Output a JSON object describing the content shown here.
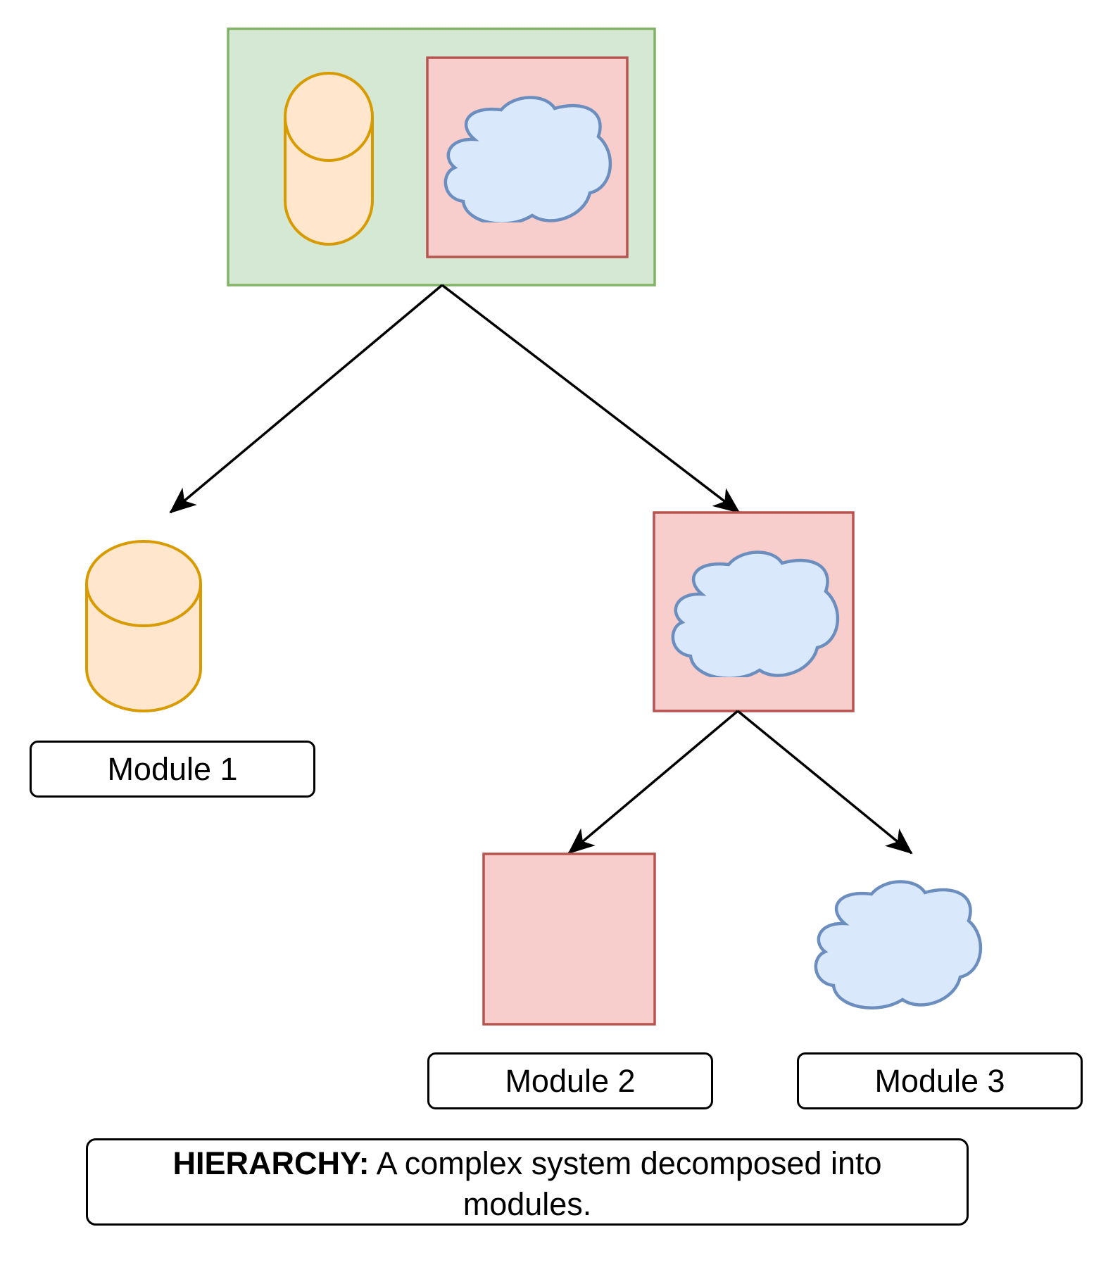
{
  "modules": [
    {
      "label": "Module 1"
    },
    {
      "label": "Module 2"
    },
    {
      "label": "Module 3"
    }
  ],
  "caption": {
    "keyword": "HIERARCHY:",
    "text": "A complex system decomposed into modules."
  },
  "colors": {
    "container_fill": "#d5e8d4",
    "container_stroke": "#82b366",
    "square_fill": "#f8cecc",
    "square_stroke": "#b85450",
    "cylinder_fill": "#ffe6cc",
    "cylinder_stroke": "#d79b00",
    "cloud_fill": "#dae8fc",
    "cloud_stroke": "#6c8ebf",
    "arrow": "#000000"
  },
  "icons": [
    "database-cylinder-icon",
    "cloud-icon",
    "square-module-icon",
    "arrow-icon"
  ]
}
